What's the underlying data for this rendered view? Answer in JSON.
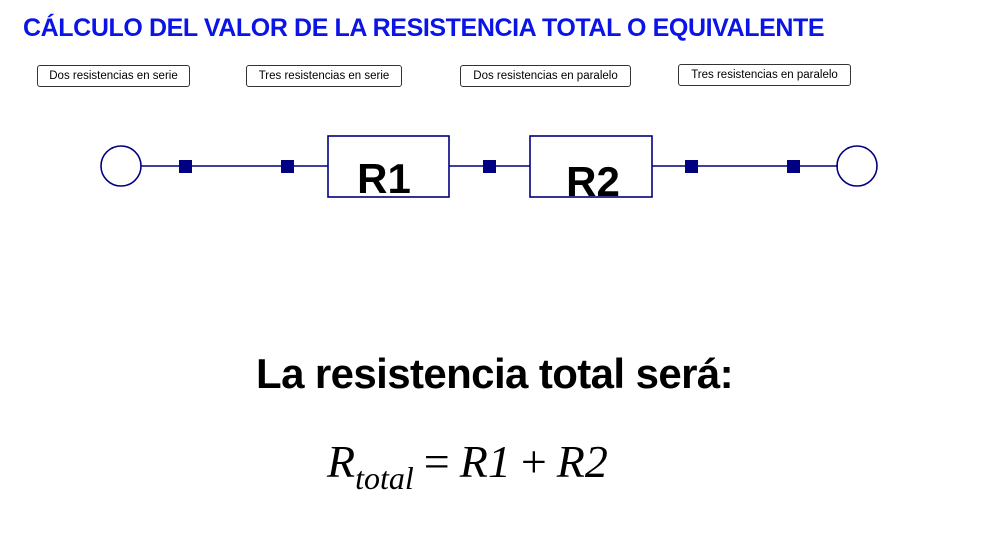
{
  "title": {
    "text": "CÁLCULO DEL VALOR DE LA RESISTENCIA TOTAL O EQUIVALENTE",
    "color": "#0a14e6"
  },
  "buttons": [
    {
      "label": "Dos resistencias en serie"
    },
    {
      "label": "Tres resistencias en serie"
    },
    {
      "label": "Dos resistencias en paralelo"
    },
    {
      "label": "Tres resistencias en paralelo"
    }
  ],
  "circuit": {
    "color": "#000080",
    "resistors": [
      {
        "label": "R1"
      },
      {
        "label": "R2"
      }
    ]
  },
  "result": {
    "heading": "La resistencia total será:",
    "formula": {
      "lhs": "R",
      "lhs_sub": "total",
      "equals": "=",
      "term1": "R1",
      "plus": "+",
      "term2": "R2"
    }
  }
}
